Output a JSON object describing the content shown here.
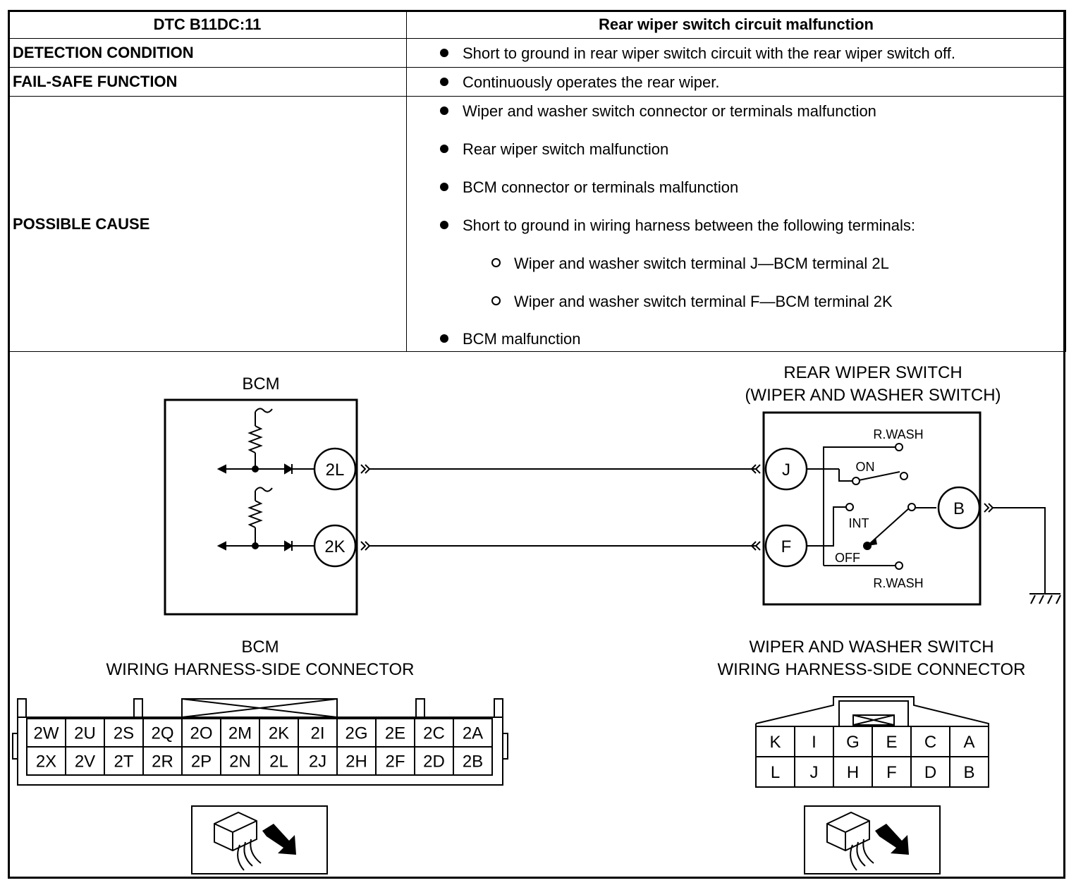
{
  "table": {
    "header": {
      "code": "DTC B11DC:11",
      "title": "Rear wiper switch circuit malfunction"
    },
    "detection": {
      "label": "DETECTION CONDITION",
      "text": "Short to ground in rear wiper switch circuit with the rear wiper switch off."
    },
    "failsafe": {
      "label": "FAIL-SAFE FUNCTION",
      "text": "Continuously operates the rear wiper."
    },
    "cause": {
      "label": "POSSIBLE CAUSE",
      "items": [
        "Wiper and washer switch connector or terminals malfunction",
        "Rear wiper switch malfunction",
        "BCM connector or terminals malfunction",
        "Short to ground in wiring harness between the following terminals:"
      ],
      "subitems": [
        "Wiper and washer switch terminal J—BCM terminal 2L",
        "Wiper and washer switch terminal F—BCM terminal 2K"
      ],
      "last": "BCM malfunction"
    }
  },
  "diagram": {
    "bcm_title": "BCM",
    "bcm_terminals": [
      "2L",
      "2K"
    ],
    "switch_title_1": "REAR WIPER SWITCH",
    "switch_title_2": "(WIPER AND WASHER SWITCH)",
    "switch_terminals": [
      "J",
      "F",
      "B"
    ],
    "switch_labels": {
      "rwash_top": "R.WASH",
      "on": "ON",
      "int": "INT",
      "off": "OFF",
      "rwash_bottom": "R.WASH"
    },
    "bcm_connector_title_1": "BCM",
    "bcm_connector_title_2": "WIRING HARNESS-SIDE CONNECTOR",
    "bcm_connector_top": [
      "2W",
      "2U",
      "2S",
      "2Q",
      "2O",
      "2M",
      "2K",
      "2I",
      "2G",
      "2E",
      "2C",
      "2A"
    ],
    "bcm_connector_bottom": [
      "2X",
      "2V",
      "2T",
      "2R",
      "2P",
      "2N",
      "2L",
      "2J",
      "2H",
      "2F",
      "2D",
      "2B"
    ],
    "switch_connector_title_1": "WIPER AND WASHER SWITCH",
    "switch_connector_title_2": "WIRING HARNESS-SIDE CONNECTOR",
    "switch_connector_top": [
      "K",
      "I",
      "G",
      "E",
      "C",
      "A"
    ],
    "switch_connector_bottom": [
      "L",
      "J",
      "H",
      "F",
      "D",
      "B"
    ]
  }
}
